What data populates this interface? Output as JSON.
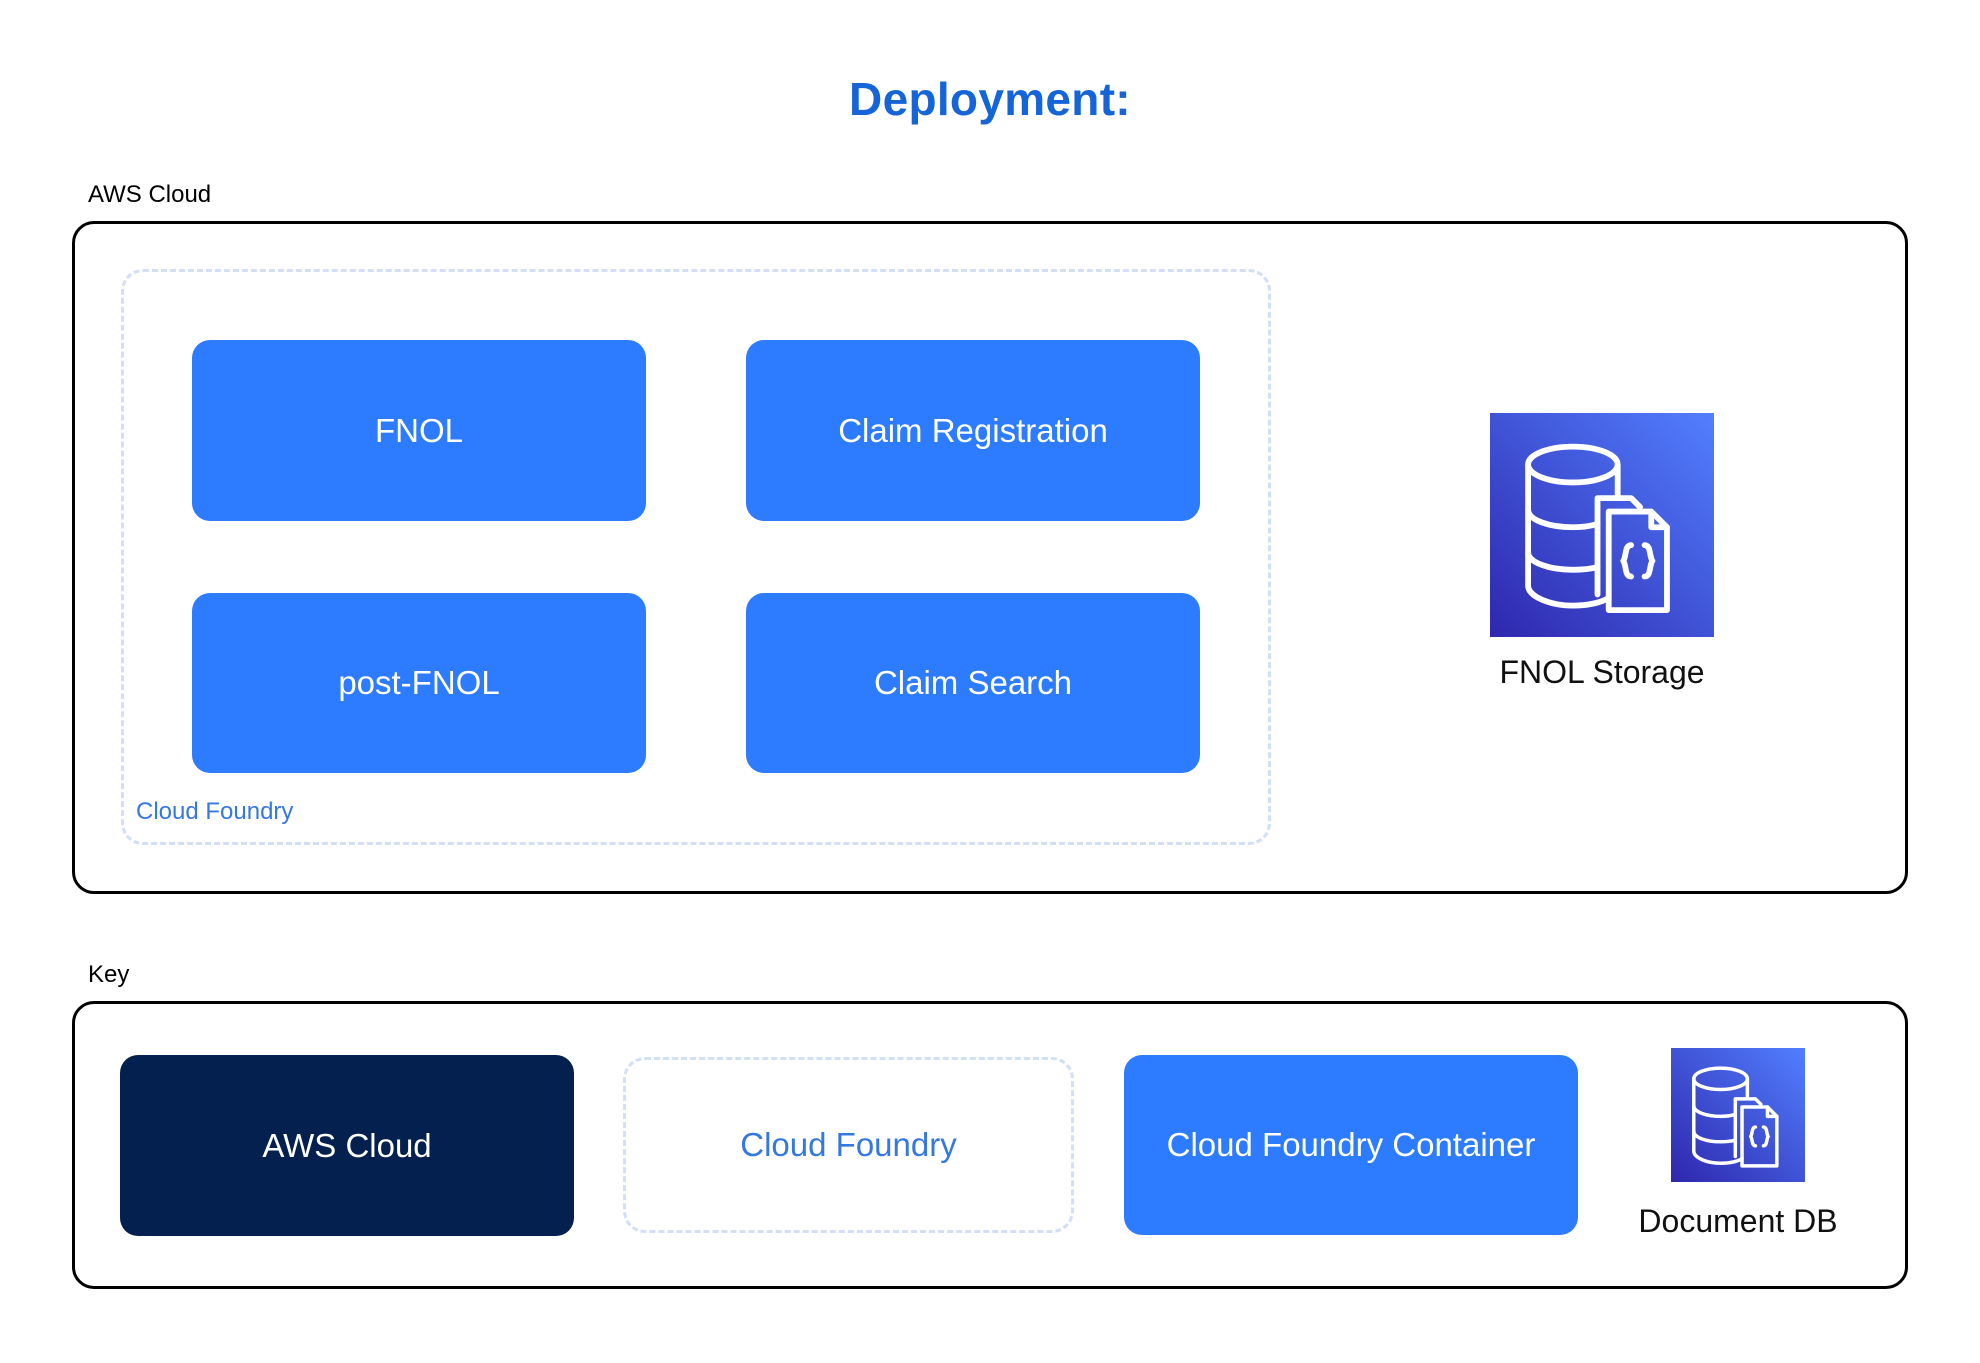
{
  "title": "Deployment:",
  "colors": {
    "title": "#1565D8",
    "service_box": "#2D7BFF",
    "aws_cloud_key": "#03204F",
    "cloud_foundry_dash": "#D2DFF5",
    "cloud_foundry_text": "#3478E0",
    "db_icon_gradient_start": "#2E27AD",
    "db_icon_gradient_end": "#527FFF"
  },
  "aws_cloud": {
    "label": "AWS Cloud",
    "cloud_foundry": {
      "label": "Cloud Foundry",
      "services": [
        {
          "name": "FNOL"
        },
        {
          "name": "Claim Registration"
        },
        {
          "name": "post-FNOL"
        },
        {
          "name": "Claim Search"
        }
      ]
    },
    "storage": {
      "icon": "document-db-icon",
      "label": "FNOL Storage"
    }
  },
  "key": {
    "label": "Key",
    "items": [
      {
        "label": "AWS Cloud",
        "type": "aws-cloud"
      },
      {
        "label": "Cloud Foundry",
        "type": "cloud-foundry"
      },
      {
        "label": "Cloud Foundry Container",
        "type": "cloud-foundry-container"
      },
      {
        "label": "Document DB",
        "type": "document-db",
        "icon": "document-db-icon"
      }
    ]
  }
}
